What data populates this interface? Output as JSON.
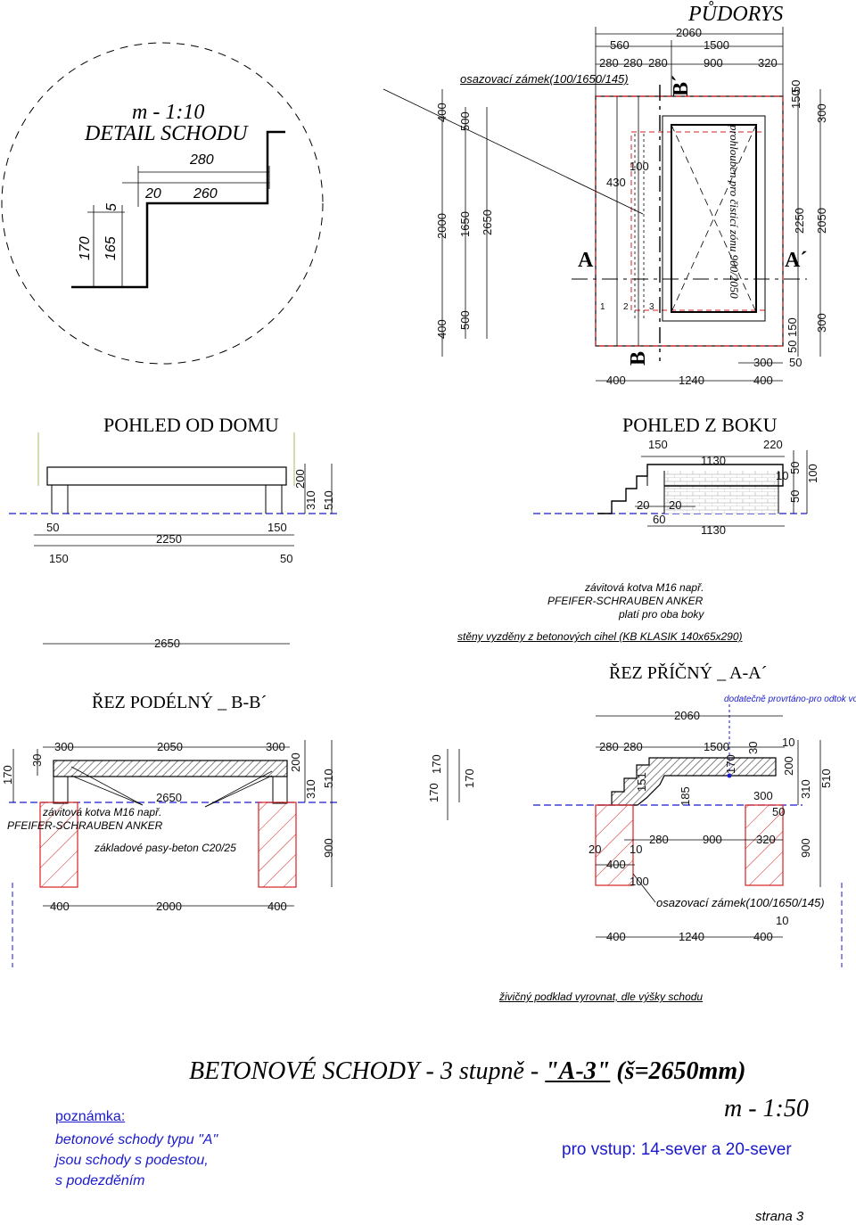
{
  "detail": {
    "scale": "m - 1:10",
    "title": "DETAIL SCHODU",
    "d280": "280",
    "d20": "20",
    "d260": "260",
    "d5": "5",
    "d170": "170",
    "d165": "165"
  },
  "pudorys": {
    "title": "PŮDORYS",
    "lock_note": "osazovací zámek(100/1650/145)",
    "recess_note": "prohlouben pro čisticí zónu 900/2050",
    "top_dims": [
      "2060",
      "560",
      "1500",
      "280",
      "280",
      "280",
      "900",
      "320"
    ],
    "left_dims": [
      "400",
      "500",
      "2000",
      "1650",
      "2650",
      "500",
      "400"
    ],
    "right_dims": [
      "150",
      "50",
      "300",
      "2250",
      "2050",
      "150",
      "50",
      "300"
    ],
    "bottom_dims": [
      "400",
      "1240",
      "400",
      "300",
      "50"
    ],
    "inner_dims": [
      "430",
      "100"
    ],
    "step_nums": [
      "1",
      "2",
      "3"
    ],
    "sec_a": "A",
    "sec_a2": "A´",
    "sec_b": "B",
    "sec_b2": "B´"
  },
  "pohled_dom": {
    "title": "POHLED OD DOMU",
    "dims": [
      "200",
      "310",
      "510",
      "50",
      "150",
      "2250",
      "150",
      "50"
    ]
  },
  "pohled_bok": {
    "title": "POHLED Z BOKU",
    "dims": [
      "150",
      "1130",
      "220",
      "10",
      "50",
      "50",
      "100",
      "20",
      "20",
      "60",
      "1130"
    ]
  },
  "notes_mid": {
    "anchor": "závitová kotva M16 např.",
    "anchor2": "PFEIFER-SCHRAUBEN ANKER",
    "anchor3": "platí pro oba boky",
    "walls": "stěny vyzděny z betonových cihel (KB KLASIK 140x65x290)"
  },
  "rez_bb": {
    "title": "ŘEZ PODÉLNÝ _ B-B´",
    "dims": [
      "2650",
      "170",
      "30",
      "300",
      "2050",
      "300",
      "200",
      "310",
      "510",
      "2650",
      "900",
      "400",
      "2000",
      "400"
    ],
    "anchor": "závitová kotva M16 např.",
    "anchor2": "PFEIFER-SCHRAUBEN ANKER",
    "foundation": "základové pasy-beton C20/25"
  },
  "rez_aa": {
    "title": "ŘEZ PŘÍČNÝ _ A-A´",
    "drain_note": "dodatečně provrtáno-pro odtok vody",
    "dims": [
      "2060",
      "280",
      "280",
      "1500",
      "30",
      "10",
      "170",
      "185",
      "151",
      "300",
      "50",
      "200",
      "310",
      "510",
      "20",
      "10",
      "280",
      "900",
      "320",
      "400",
      "100",
      "900",
      "10",
      "400",
      "1240",
      "400",
      "170",
      "170",
      "170"
    ],
    "lock_note": "osazovací zámek(100/1650/145)"
  },
  "bitumen_note": "živičný podklad vyrovnat, dle výšky schodu",
  "footer": {
    "main_title_a": "BETONOVÉ SCHODY - 3 stupně - ",
    "main_title_b": "\"A-3\"",
    "main_title_c": " (š=2650mm)",
    "scale": "m - 1:50",
    "note_label": "poznámka:",
    "note1": "betonové schody typu \"A\"",
    "note2": "jsou schody s podestou,",
    "note3": "s podezděním",
    "entrance": "pro vstup: 14-sever a 20-sever",
    "page": "strana 3"
  },
  "colors": {
    "blue": "#1a1acc",
    "red": "#d42020",
    "hatch": "#777777"
  }
}
